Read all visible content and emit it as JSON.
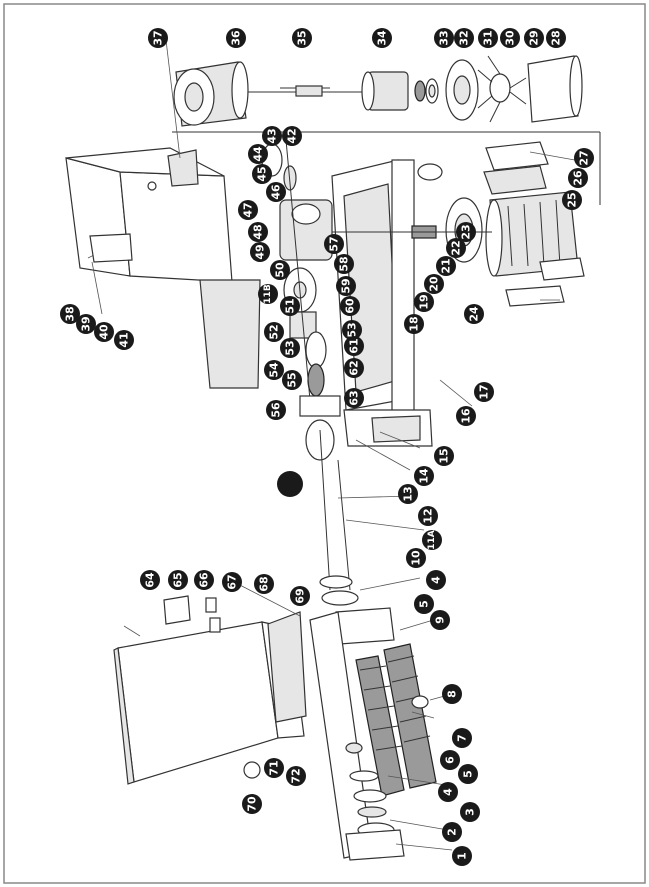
{
  "diagram": {
    "orientation": "rotated-90",
    "colors": {
      "callout_fill": "#1a1a1a",
      "callout_text": "#ffffff",
      "outline": "#333333",
      "frame": "#888888"
    },
    "callouts": [
      {
        "id": "c1",
        "label": "1"
      },
      {
        "id": "c2",
        "label": "2"
      },
      {
        "id": "c3",
        "label": "3"
      },
      {
        "id": "c4a",
        "label": "4"
      },
      {
        "id": "c4b",
        "label": "4"
      },
      {
        "id": "c5a",
        "label": "5"
      },
      {
        "id": "c5b",
        "label": "5"
      },
      {
        "id": "c6",
        "label": "6"
      },
      {
        "id": "c7",
        "label": "7"
      },
      {
        "id": "c8",
        "label": "8"
      },
      {
        "id": "c9",
        "label": "9"
      },
      {
        "id": "c10",
        "label": "10"
      },
      {
        "id": "c11a",
        "label": "11A"
      },
      {
        "id": "c11b",
        "label": "11B"
      },
      {
        "id": "c12",
        "label": "12"
      },
      {
        "id": "c13",
        "label": "13"
      },
      {
        "id": "c14",
        "label": "14"
      },
      {
        "id": "c15",
        "label": "15"
      },
      {
        "id": "c16",
        "label": "16"
      },
      {
        "id": "c17",
        "label": "17"
      },
      {
        "id": "c18",
        "label": "18"
      },
      {
        "id": "c19",
        "label": "19"
      },
      {
        "id": "c20",
        "label": "20"
      },
      {
        "id": "c21",
        "label": "21"
      },
      {
        "id": "c22",
        "label": "22"
      },
      {
        "id": "c23",
        "label": "23"
      },
      {
        "id": "c24",
        "label": "24"
      },
      {
        "id": "c25",
        "label": "25"
      },
      {
        "id": "c26",
        "label": "26"
      },
      {
        "id": "c27",
        "label": "27"
      },
      {
        "id": "c28",
        "label": "28"
      },
      {
        "id": "c29",
        "label": "29"
      },
      {
        "id": "c30",
        "label": "30"
      },
      {
        "id": "c31",
        "label": "31"
      },
      {
        "id": "c32",
        "label": "32"
      },
      {
        "id": "c33",
        "label": "33"
      },
      {
        "id": "c34",
        "label": "34"
      },
      {
        "id": "c35",
        "label": "35"
      },
      {
        "id": "c36",
        "label": "36"
      },
      {
        "id": "c37",
        "label": "37"
      },
      {
        "id": "c38",
        "label": "38"
      },
      {
        "id": "c39",
        "label": "39"
      },
      {
        "id": "c40",
        "label": "40"
      },
      {
        "id": "c41",
        "label": "41"
      },
      {
        "id": "c42",
        "label": "42"
      },
      {
        "id": "c43",
        "label": "43"
      },
      {
        "id": "c44",
        "label": "44"
      },
      {
        "id": "c45",
        "label": "45"
      },
      {
        "id": "c46",
        "label": "46"
      },
      {
        "id": "c47",
        "label": "47"
      },
      {
        "id": "c48",
        "label": "48"
      },
      {
        "id": "c49",
        "label": "49"
      },
      {
        "id": "c50",
        "label": "50"
      },
      {
        "id": "c51",
        "label": "51"
      },
      {
        "id": "c52",
        "label": "52"
      },
      {
        "id": "c53a",
        "label": "53"
      },
      {
        "id": "c53b",
        "label": "53"
      },
      {
        "id": "c54",
        "label": "54"
      },
      {
        "id": "c55",
        "label": "55"
      },
      {
        "id": "c56",
        "label": "56"
      },
      {
        "id": "c57",
        "label": "57"
      },
      {
        "id": "c58",
        "label": "58"
      },
      {
        "id": "c59",
        "label": "59"
      },
      {
        "id": "c60",
        "label": "60"
      },
      {
        "id": "c61",
        "label": "61"
      },
      {
        "id": "c62",
        "label": "62"
      },
      {
        "id": "c63",
        "label": "63"
      },
      {
        "id": "c64",
        "label": "64"
      },
      {
        "id": "c65",
        "label": "65"
      },
      {
        "id": "c66",
        "label": "66"
      },
      {
        "id": "c67",
        "label": "67"
      },
      {
        "id": "c68",
        "label": "68"
      },
      {
        "id": "c69",
        "label": "69"
      },
      {
        "id": "c70",
        "label": "70"
      },
      {
        "id": "c71",
        "label": "71"
      },
      {
        "id": "c72",
        "label": "72"
      },
      {
        "id": "c73",
        "label": ""
      }
    ]
  }
}
